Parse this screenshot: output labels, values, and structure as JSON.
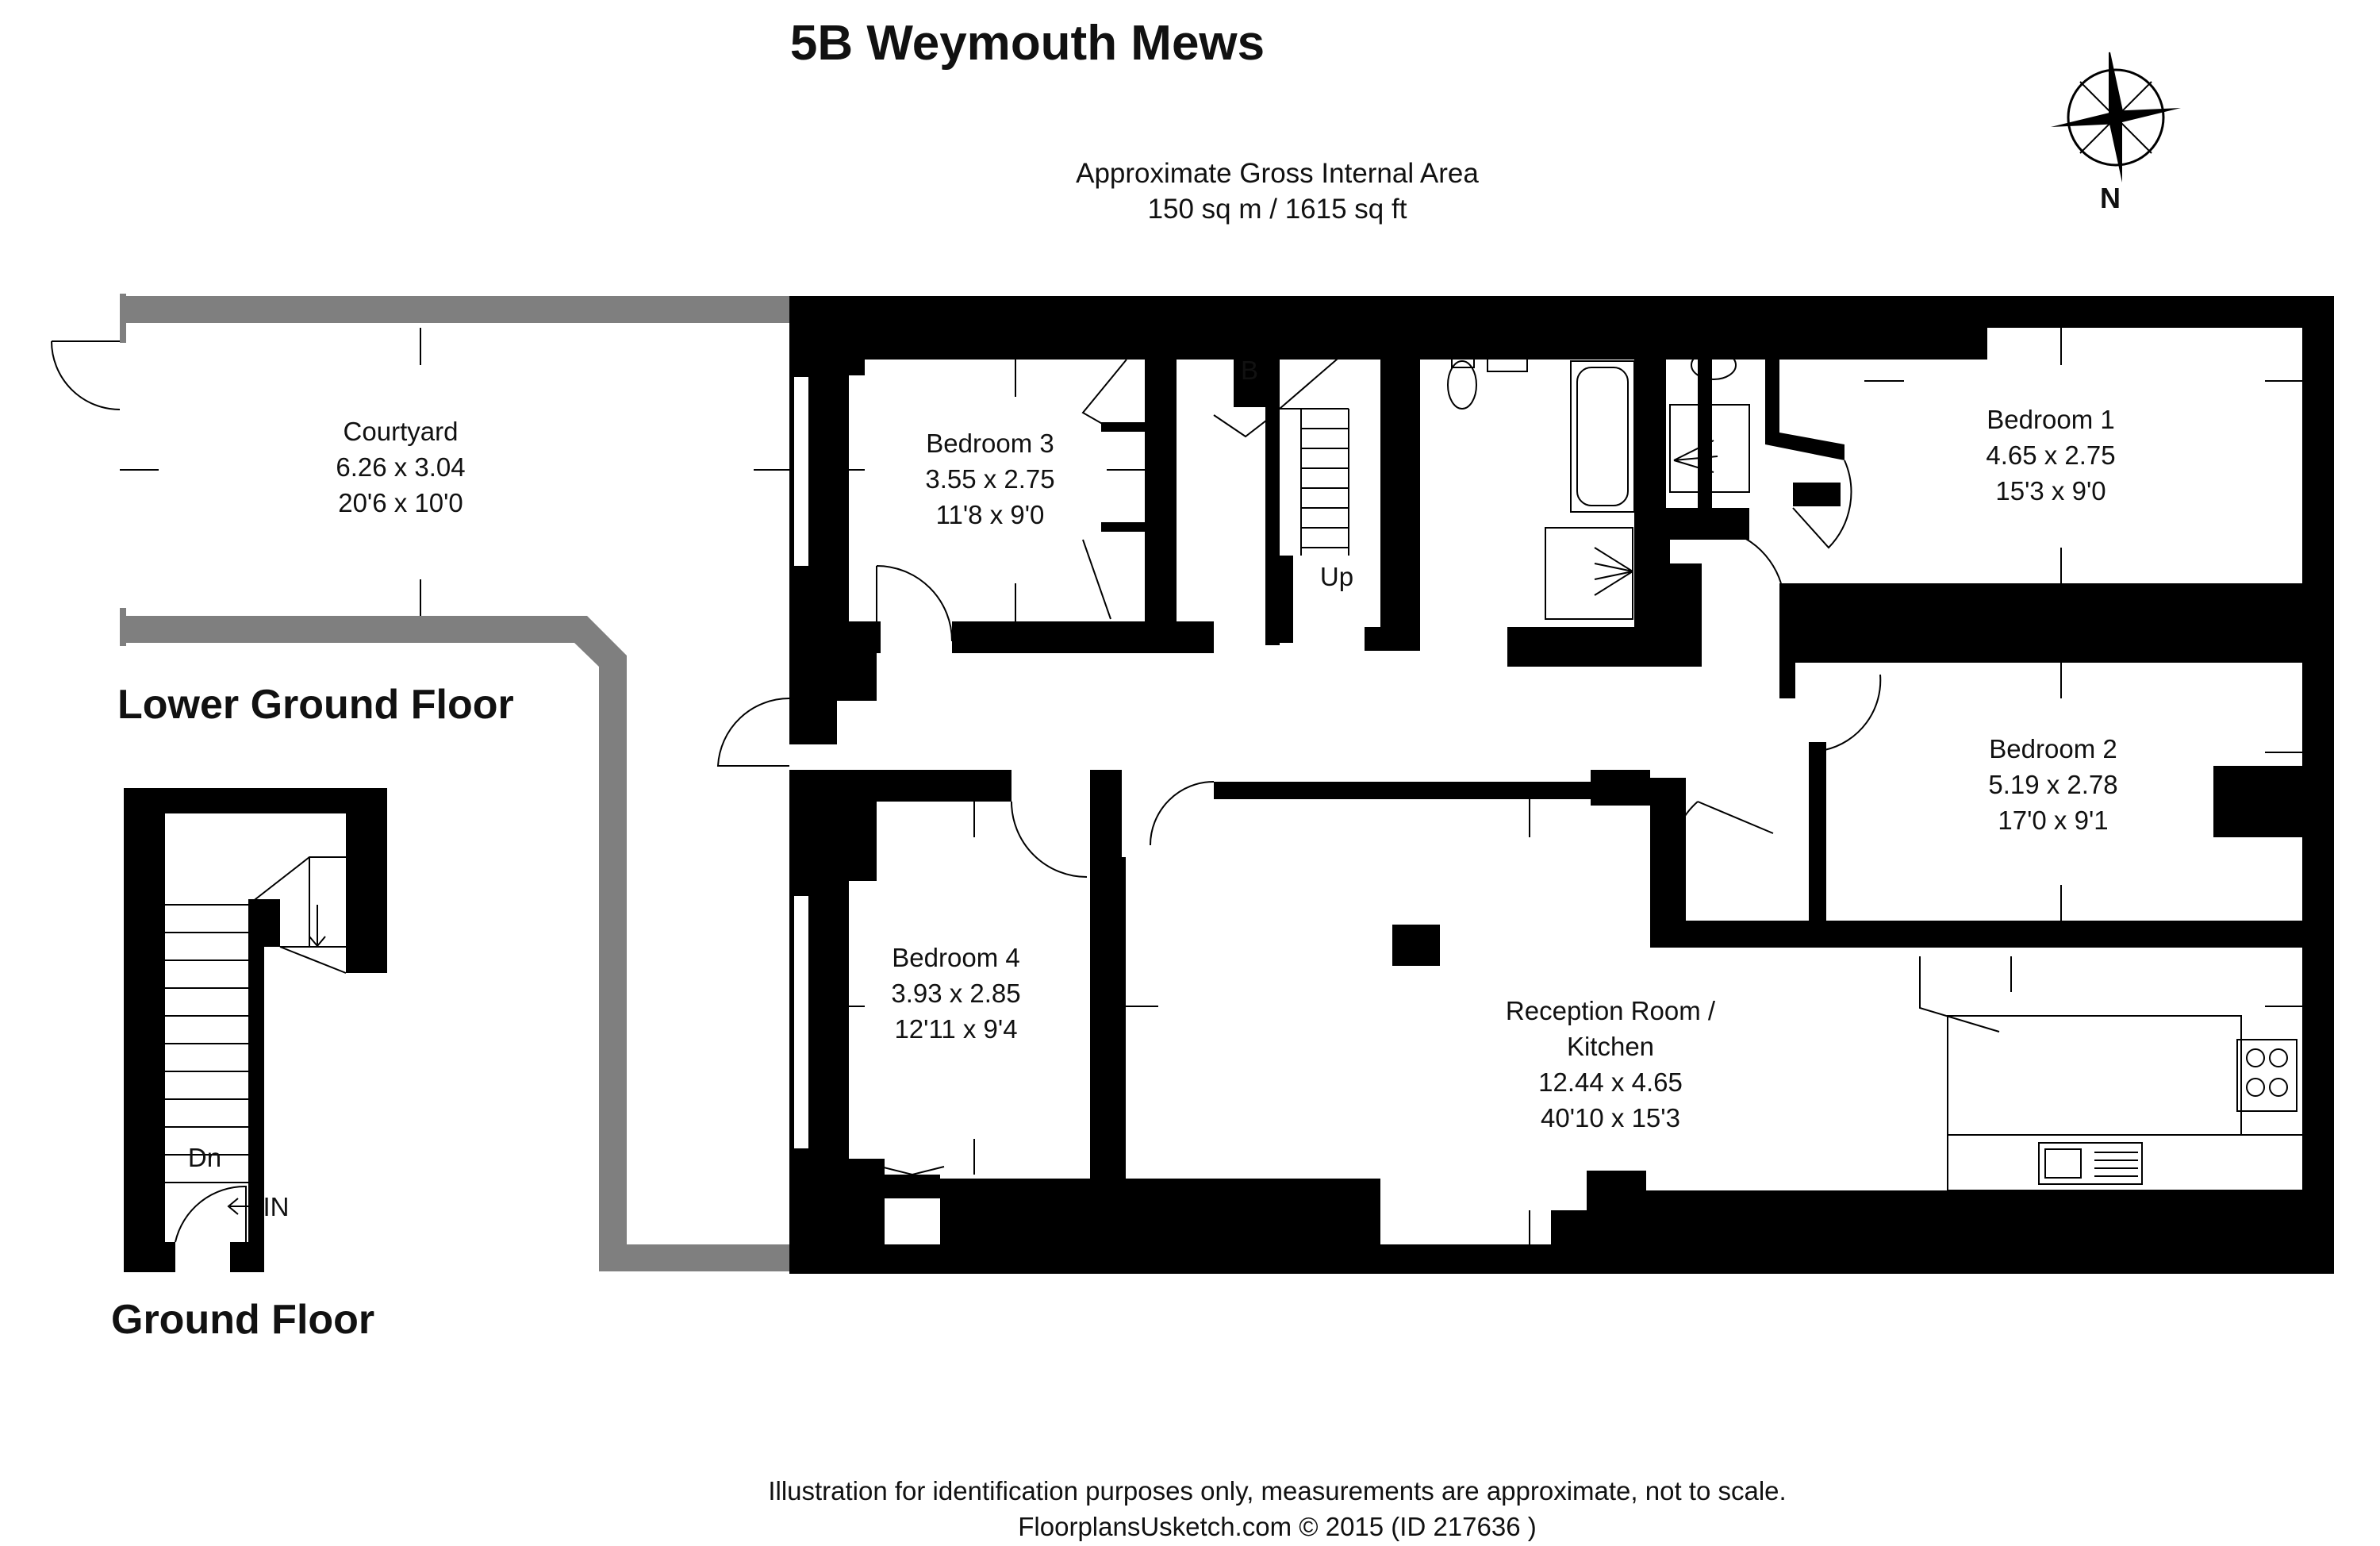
{
  "title": "5B Weymouth Mews",
  "area": {
    "line1": "Approximate Gross Internal Area",
    "line2": "150 sq m / 1615 sq ft"
  },
  "compass": {
    "label": "N"
  },
  "floors": {
    "lower": "Lower Ground Floor",
    "ground": "Ground Floor"
  },
  "rooms": {
    "courtyard": {
      "name": "Courtyard",
      "metric": "6.26 x 3.04",
      "imperial": "20'6 x 10'0"
    },
    "bedroom3": {
      "name": "Bedroom 3",
      "metric": "3.55 x 2.75",
      "imperial": "11'8 x 9'0"
    },
    "bedroom1": {
      "name": "Bedroom 1",
      "metric": "4.65 x 2.75",
      "imperial": "15'3 x 9'0"
    },
    "bedroom2": {
      "name": "Bedroom 2",
      "metric": "5.19 x 2.78",
      "imperial": "17'0 x 9'1"
    },
    "bedroom4": {
      "name": "Bedroom 4",
      "metric": "3.93 x 2.85",
      "imperial": "12'11 x 9'4"
    },
    "reception": {
      "name1": "Reception Room /",
      "name2": "Kitchen",
      "metric": "12.44 x 4.65",
      "imperial": "40'10 x 15'3"
    }
  },
  "labels": {
    "boiler": "B",
    "up": "Up",
    "down": "Dn",
    "entrance": "IN"
  },
  "footer": {
    "line1": "Illustration for identification purposes only, measurements are approximate, not to scale.",
    "line2": "FloorplansUsketch.com © 2015 (ID 217636 )"
  }
}
